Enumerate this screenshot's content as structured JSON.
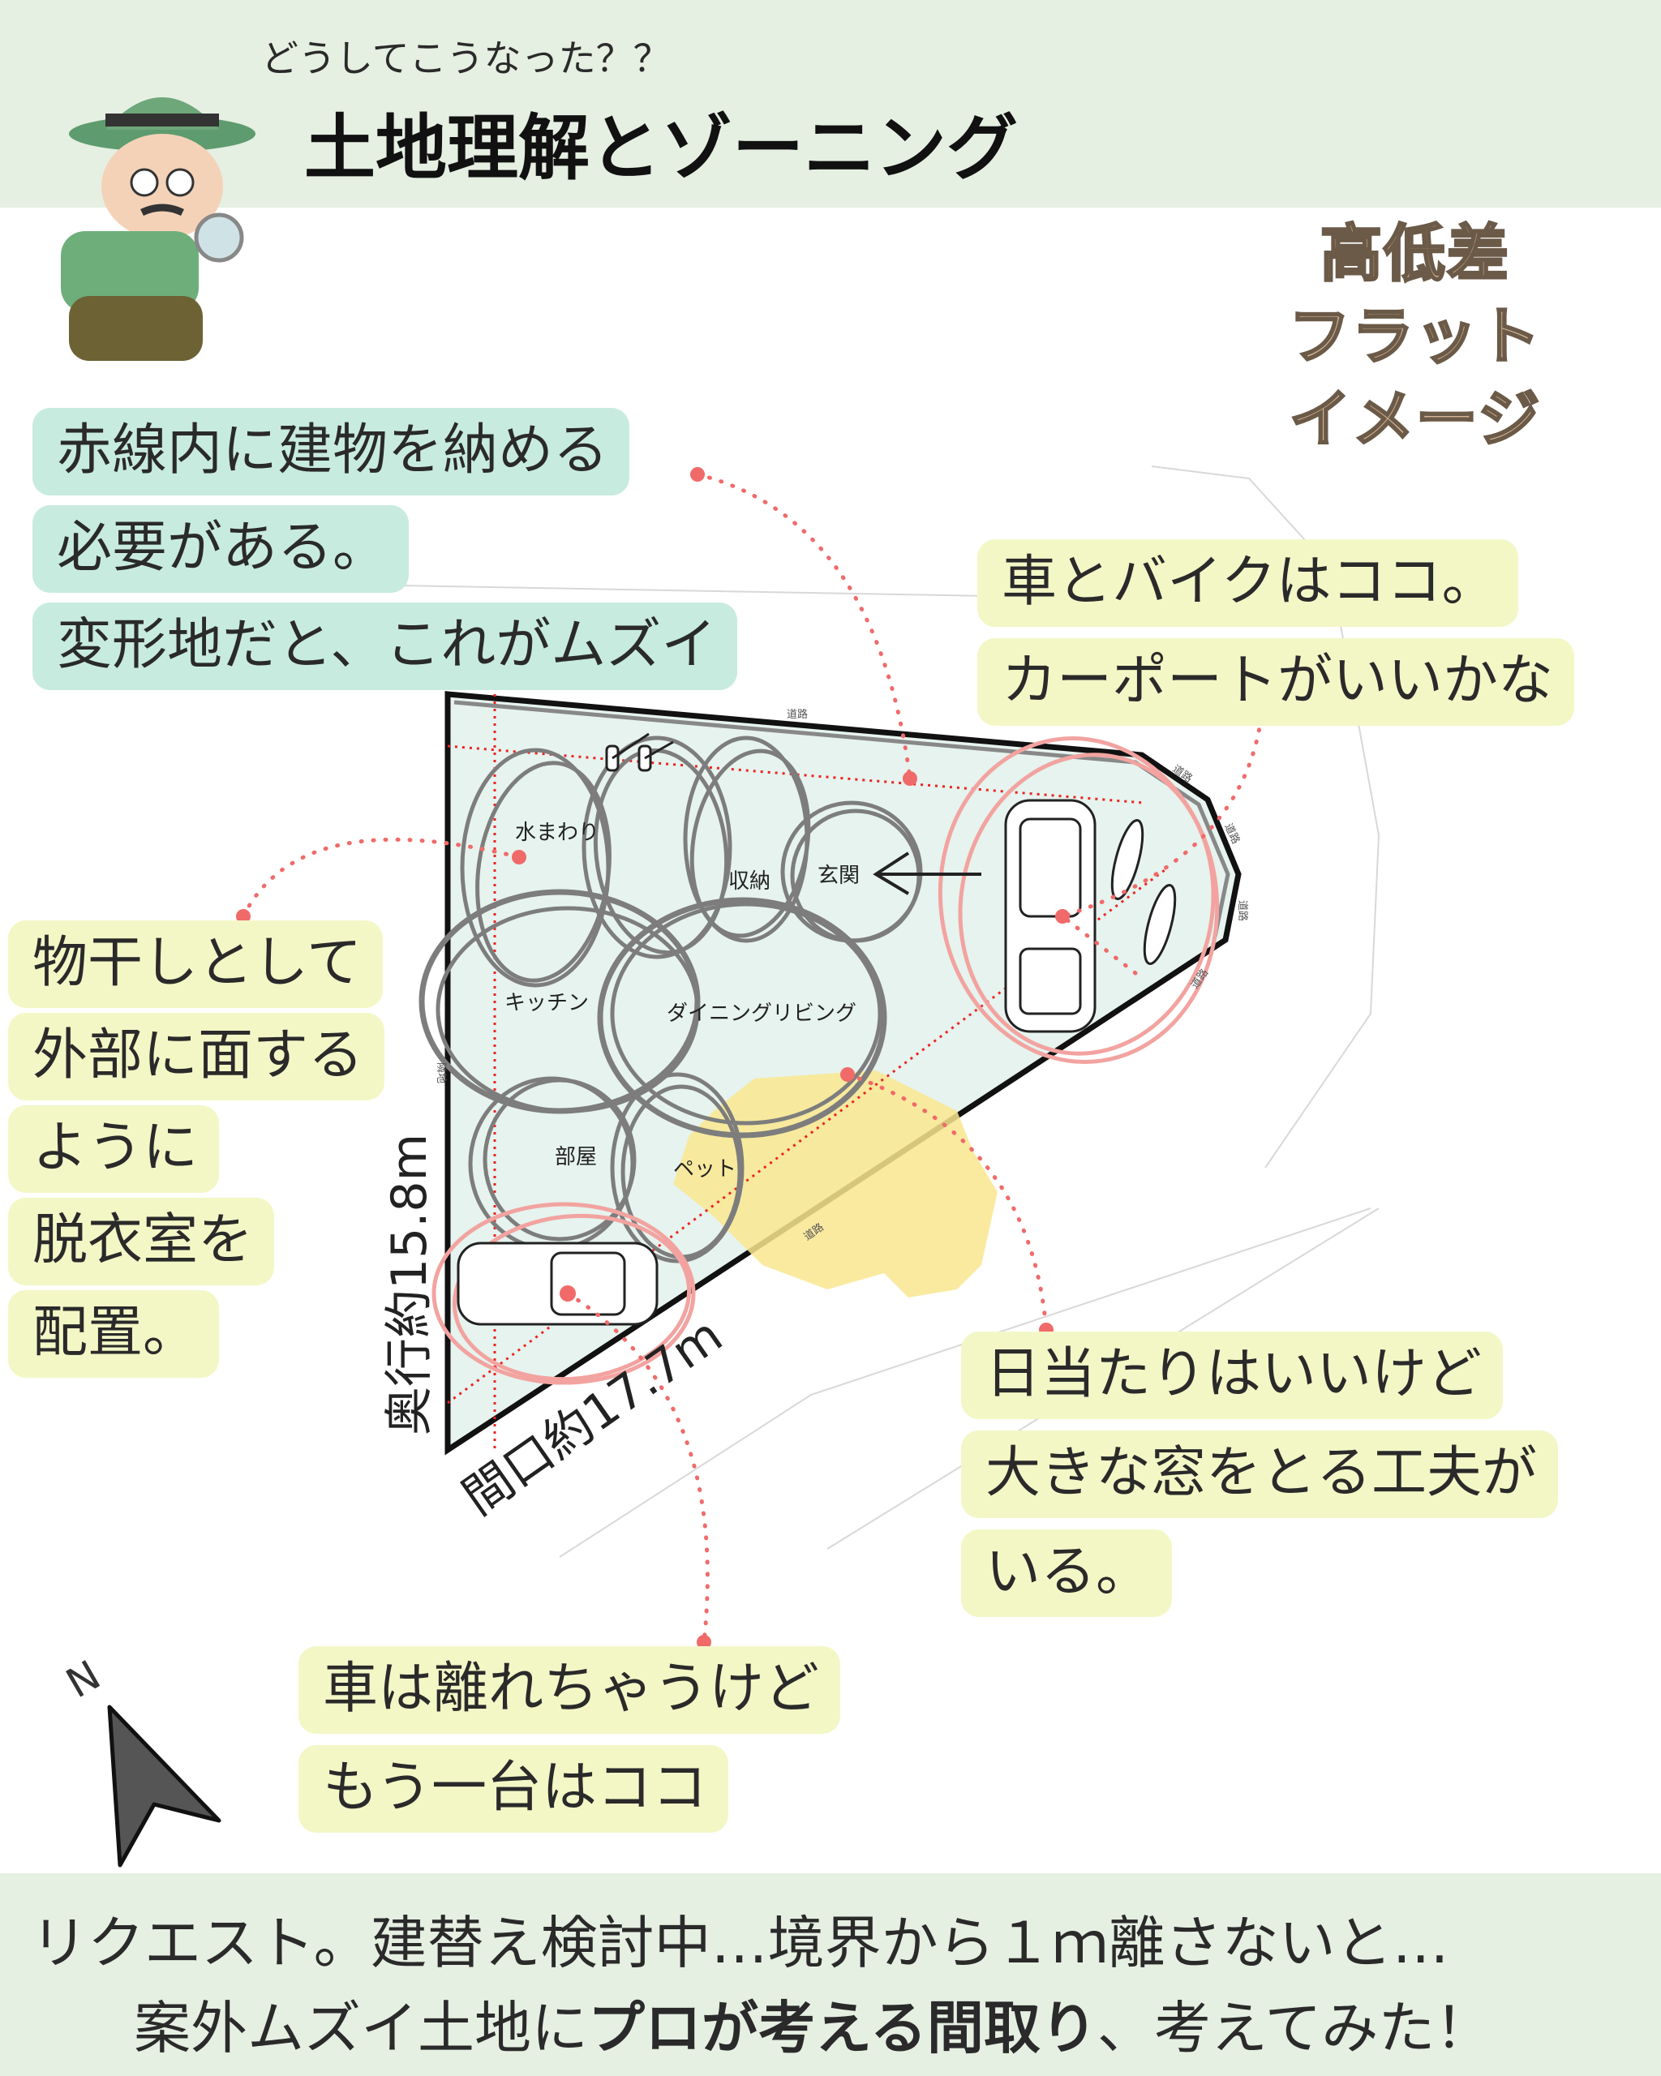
{
  "header": {
    "subtitle": "どうしてこうなった？？",
    "title": "土地理解とゾーニング"
  },
  "elevation_note": [
    "高低差",
    "フラット",
    "イメージ"
  ],
  "bubbles": {
    "setback": [
      "赤線内に建物を納める",
      "必要がある。",
      "変形地だと、これがムズイ"
    ],
    "carport": [
      "車とバイクはココ。",
      "カーポートがいいかな"
    ],
    "laundry": [
      "物干しとして",
      "外部に面する",
      "ように",
      "脱衣室を",
      "配置。"
    ],
    "sunlight": [
      "日当たりはいいけど",
      "大きな窓をとる工夫が",
      "いる。"
    ],
    "second_car": [
      "車は離れちゃうけど",
      "もう一台はココ"
    ]
  },
  "plan": {
    "zones": {
      "water": "水まわり",
      "storage": "収納",
      "entrance": "玄関",
      "kitchen": "キッチン",
      "living": "ダイニングリビング",
      "room": "部屋",
      "pet": "ペット"
    },
    "road_label": "道路",
    "neighbor_label": "隣地",
    "depth": "奥行約15.8m",
    "frontage": "間口約17.7m",
    "north": "N"
  },
  "footer": {
    "line1": "リクエスト。建替え検討中…境界から１ｍ離さないと…",
    "line2_pre": "案外ムズイ土地に",
    "line2_bold": "プロが考える間取り",
    "line2_post": "、考えてみた！"
  },
  "colors": {
    "band": "#e5efe2",
    "teal_bubble": "#c8ebdf",
    "yellow_bubble": "#f3f7c6",
    "accent_red": "#f06a6a",
    "lot_fill": "#e6f3ee",
    "sun": "#f9e68f"
  }
}
